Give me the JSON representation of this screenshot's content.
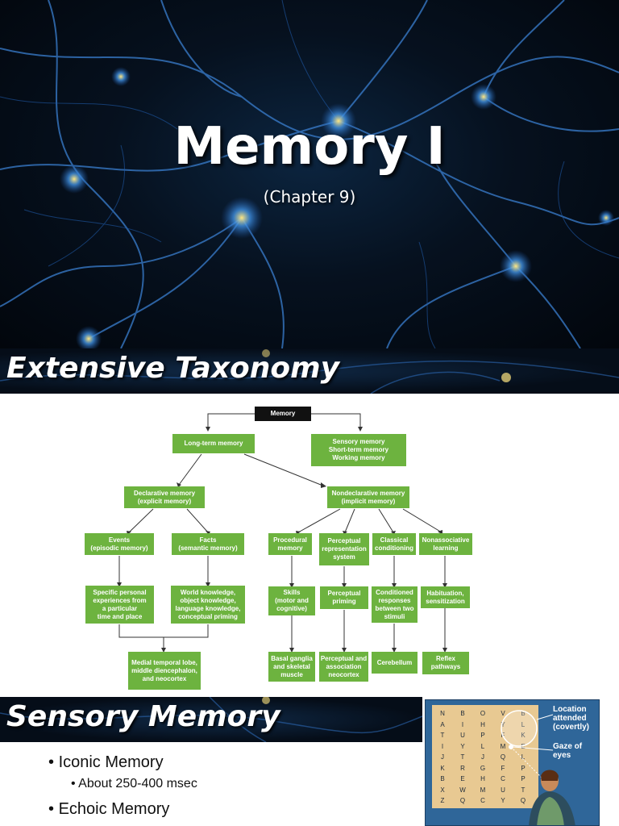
{
  "slide1": {
    "title": "Memory I",
    "subtitle": "(Chapter 9)"
  },
  "slide2": {
    "heading": "Extensive Taxonomy",
    "nodes": {
      "memory": "Memory",
      "long_term": "Long-term memory",
      "sensory": "Sensory memory\nShort-term memory\nWorking memory",
      "declarative": "Declarative memory\n(explicit memory)",
      "nondeclarative": "Nondeclarative memory\n(implicit memory)",
      "events": "Events\n(episodic memory)",
      "facts": "Facts\n(semantic memory)",
      "procedural": "Procedural\nmemory",
      "perceptual_rep": "Perceptual\nrepresentation\nsystem",
      "classical": "Classical\nconditioning",
      "nonassociative": "Nonassociative\nlearning",
      "specific_personal": "Specific personal\nexperiences from\na particular\ntime and place",
      "world_knowledge": "World knowledge,\nobject knowledge,\nlanguage knowledge,\nconceptual priming",
      "skills": "Skills\n(motor and\ncognitive)",
      "perceptual_priming": "Perceptual\npriming",
      "conditioned": "Conditioned\nresponses\nbetween two\nstimuli",
      "habituation": "Habituation,\nsensitization",
      "medial_temporal": "Medial temporal lobe,\nmiddle diencephalon,\nand neocortex",
      "basal_ganglia": "Basal ganglia\nand skeletal\nmuscle",
      "perceptual_assoc": "Perceptual and\nassociation\nneocortex",
      "cerebellum": "Cerebellum",
      "reflex": "Reflex\npathways"
    }
  },
  "slide3": {
    "heading": "Sensory Memory",
    "bullets": [
      {
        "text": "Iconic Memory",
        "level": 1
      },
      {
        "text": "About 250-400 msec",
        "level": 2
      },
      {
        "text": "Echoic Memory",
        "level": 1
      }
    ],
    "figure": {
      "label_location": "Location\nattended\n(covertly)",
      "label_gaze": "Gaze of\neyes",
      "letters": [
        [
          "N",
          "B",
          "O",
          "V",
          "B"
        ],
        [
          "A",
          "I",
          "H",
          "Y",
          "L"
        ],
        [
          "T",
          "U",
          "P",
          "F",
          "K"
        ],
        [
          "I",
          "Y",
          "L",
          "M",
          "E"
        ],
        [
          "J",
          "T",
          "J",
          "Q",
          "L"
        ],
        [
          "K",
          "R",
          "G",
          "F",
          "P"
        ],
        [
          "B",
          "E",
          "H",
          "C",
          "P"
        ],
        [
          "X",
          "W",
          "M",
          "U",
          "T"
        ],
        [
          "Z",
          "Q",
          "C",
          "Y",
          "Q"
        ]
      ]
    },
    "colors": {
      "figure_bg": "#2f6699",
      "grid_bg": "#e8c992"
    }
  },
  "colors": {
    "node_green": "#6db33f",
    "root_black": "#111111"
  }
}
